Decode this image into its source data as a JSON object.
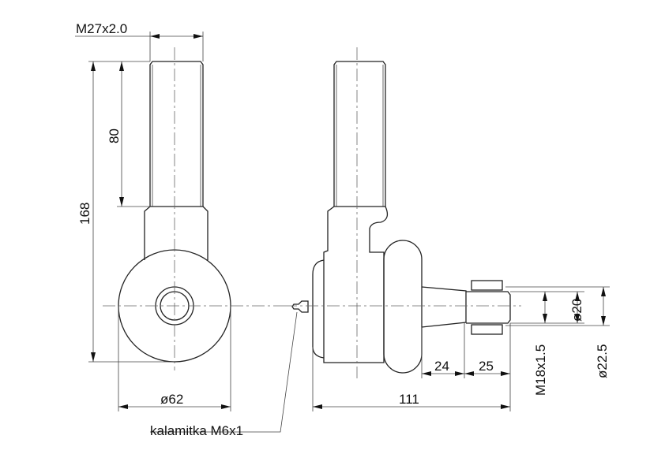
{
  "dimensions": {
    "thread_top": "M27x2.0",
    "thread_length": "80",
    "total_height": "168",
    "ring_diameter": "ø62",
    "total_width": "111",
    "shaft_length_1": "24",
    "shaft_length_2": "25",
    "pin_thread": "M18x1.5",
    "pin_diameter": "ø20",
    "shaft_diameter": "ø22.5"
  },
  "labels": {
    "grease_nipple": "kalamitka M6x1"
  }
}
